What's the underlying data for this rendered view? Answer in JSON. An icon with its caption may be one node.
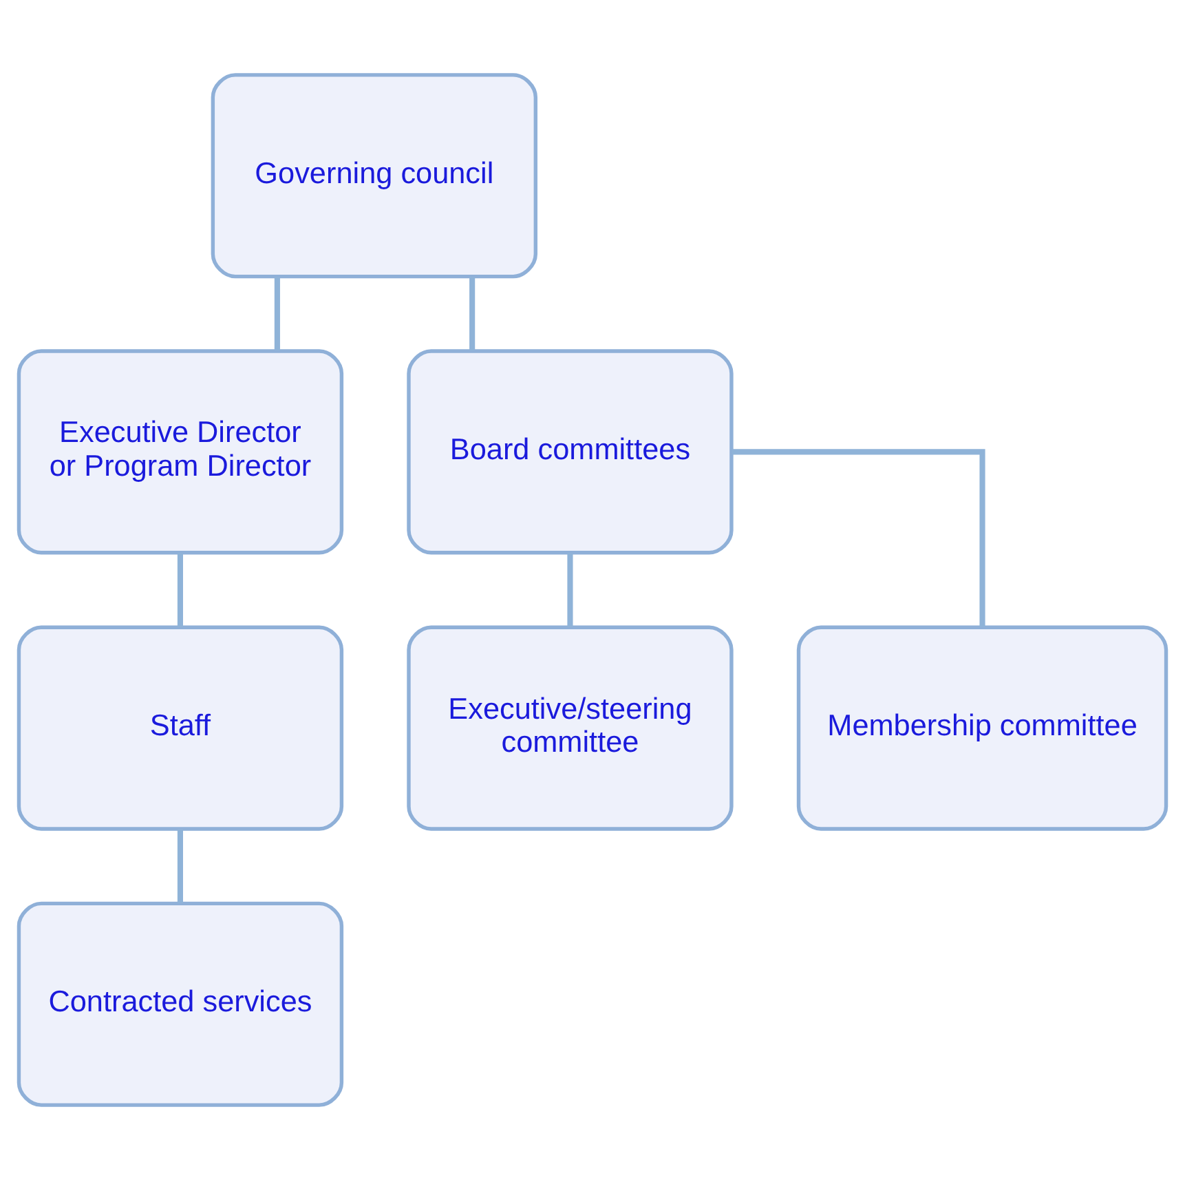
{
  "diagram": {
    "nodes": [
      {
        "text": [
          "Governing council"
        ]
      },
      {
        "text": [
          "Executive Director or Program Director"
        ]
      },
      {
        "text": [
          "Board committees"
        ]
      },
      {
        "text": [
          "Staff"
        ]
      },
      {
        "text": [
          "Executive/steering committee"
        ]
      },
      {
        "text": [
          "Membership committee"
        ]
      },
      {
        "text": [
          "Contracted services"
        ]
      }
    ],
    "edges": [
      {
        "from": 0,
        "to": 1,
        "arrow": "none"
      },
      {
        "from": 0,
        "to": 2,
        "arrow": "none"
      },
      {
        "from": 1,
        "to": 3,
        "arrow": "none"
      },
      {
        "from": 2,
        "to": 4,
        "arrow": "none"
      },
      {
        "from": 2,
        "to": 5,
        "arrow": "none"
      },
      {
        "from": 3,
        "to": 6,
        "arrow": "none"
      }
    ]
  }
}
